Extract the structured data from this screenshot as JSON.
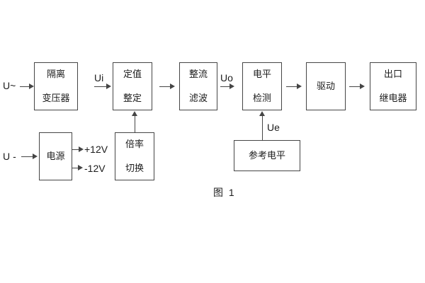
{
  "diagram": {
    "caption": "图 1",
    "colors": {
      "line": "#454545",
      "text": "#1c1c1c",
      "bg": "#ffffff"
    },
    "blocks": [
      {
        "id": "isolation-transformer",
        "lines": [
          "隔离",
          "变压器"
        ]
      },
      {
        "id": "setpoint-adjustment",
        "lines": [
          "定值",
          "整定"
        ]
      },
      {
        "id": "rectifier-filter",
        "lines": [
          "整流",
          "滤波"
        ]
      },
      {
        "id": "level-detection",
        "lines": [
          "电平",
          "检测"
        ]
      },
      {
        "id": "driver",
        "lines": [
          "驱动"
        ]
      },
      {
        "id": "output-relay",
        "lines": [
          "出口",
          "继电器"
        ]
      },
      {
        "id": "power-supply",
        "lines": [
          "电源"
        ]
      },
      {
        "id": "ratio-switching",
        "lines": [
          "倍率",
          "切换"
        ]
      },
      {
        "id": "reference-level",
        "lines": [
          "参考电平"
        ]
      }
    ],
    "signal_labels": {
      "ac_input": "U~",
      "dc_input": "U-",
      "ui": "Ui",
      "uo": "Uo",
      "ue": "Ue",
      "rail_positive": "+12V",
      "rail_negative": "-12V"
    }
  }
}
